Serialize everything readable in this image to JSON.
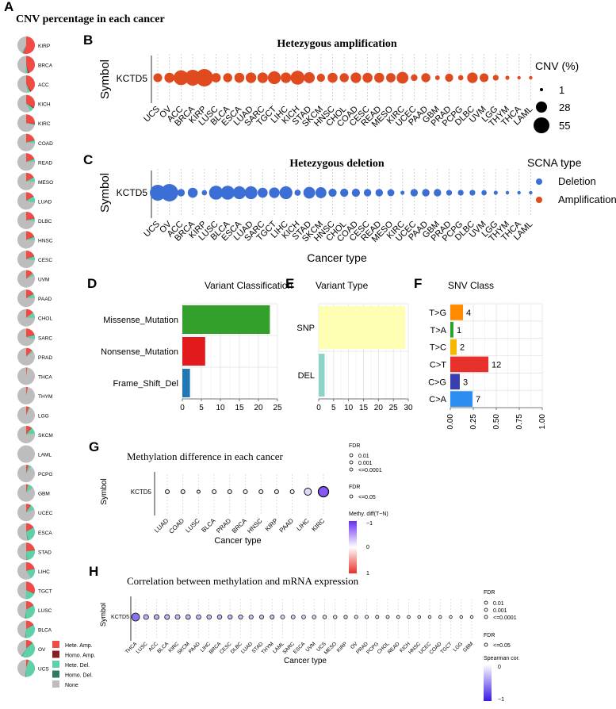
{
  "panels": {
    "A": {
      "letter": "A",
      "title": "CNV percentage in each cancer"
    },
    "B": {
      "letter": "B",
      "title": "Hetezygous amplification"
    },
    "C": {
      "letter": "C",
      "title": "Hetezygous deletion",
      "xlabel": "Cancer type"
    },
    "D": {
      "letter": "D",
      "title": "Variant Classification"
    },
    "E": {
      "letter": "E",
      "title": "Variant Type"
    },
    "F": {
      "letter": "F",
      "title": "SNV Class"
    },
    "G": {
      "letter": "G",
      "title": "Methylation difference in each cancer",
      "xlabel": "Cancer type"
    },
    "H": {
      "letter": "H",
      "title": "Correlation between methylation and mRNA expression",
      "xlabel": "Cancer type"
    }
  },
  "gene": "KCTD5",
  "symbol_label": "Symbol",
  "legends": {
    "cnv_title": "CNV (%)",
    "cnv_sizes": [
      "1",
      "28",
      "55"
    ],
    "scna_title": "SCNA type",
    "scna_items": [
      {
        "label": "Deletion",
        "color": "#3b6fd6"
      },
      {
        "label": "Amplification",
        "color": "#e04a1f"
      }
    ],
    "pie_items": [
      {
        "label": "Hete. Amp.",
        "color": "#f24a45"
      },
      {
        "label": "Homo. Amp.",
        "color": "#8b1f1f"
      },
      {
        "label": "Hete. Del.",
        "color": "#5fd1a8"
      },
      {
        "label": "Homo. Del.",
        "color": "#2f7a5d"
      },
      {
        "label": "None",
        "color": "#bdbdbd"
      }
    ],
    "fdr_title": "FDR",
    "fdr_items": [
      "0.01",
      "0.001",
      "<=0.0001"
    ],
    "fdr2_title": "FDR",
    "fdr2_items": [
      "<=0.05"
    ],
    "meth_title": "Methy. diff(T−N)",
    "meth_ticks": [
      "−1",
      "0",
      "1"
    ],
    "spear_title": "Spearman cor.",
    "spear_ticks": [
      "0",
      "−1"
    ]
  },
  "chart_data": [
    {
      "type": "pie",
      "panel": "A",
      "categories": [
        "KIRP",
        "BRCA",
        "ACC",
        "KICH",
        "KIRC",
        "COAD",
        "READ",
        "MESO",
        "LUAD",
        "DLBC",
        "HNSC",
        "CESC",
        "UVM",
        "PAAD",
        "CHOL",
        "SARC",
        "PRAD",
        "THCA",
        "THYM",
        "LGG",
        "SKCM",
        "LAML",
        "PCPG",
        "GBM",
        "UCEC",
        "ESCA",
        "STAD",
        "LIHC",
        "TGCT",
        "LUSC",
        "BLCA",
        "OV",
        "UCS"
      ],
      "series": [
        {
          "name": "Hete. Amp.",
          "values": [
            0.55,
            0.45,
            0.4,
            0.32,
            0.26,
            0.2,
            0.18,
            0.16,
            0.15,
            0.2,
            0.18,
            0.18,
            0.14,
            0.15,
            0.15,
            0.2,
            0.12,
            0.02,
            0.03,
            0.06,
            0.1,
            0.0,
            0.05,
            0.04,
            0.08,
            0.15,
            0.22,
            0.2,
            0.3,
            0.15,
            0.15,
            0.12,
            0.05
          ]
        },
        {
          "name": "Homo. Amp.",
          "values": [
            0.01,
            0.02,
            0.02,
            0.02,
            0.01,
            0.01,
            0.01,
            0.01,
            0.01,
            0.01,
            0.01,
            0.01,
            0.0,
            0.01,
            0.0,
            0.01,
            0.0,
            0.0,
            0.0,
            0.0,
            0.01,
            0.0,
            0.0,
            0.0,
            0.01,
            0.01,
            0.01,
            0.01,
            0.01,
            0.01,
            0.01,
            0.01,
            0.0
          ]
        },
        {
          "name": "Hete. Del.",
          "values": [
            0.03,
            0.05,
            0.05,
            0.08,
            0.02,
            0.05,
            0.05,
            0.08,
            0.12,
            0.05,
            0.06,
            0.08,
            0.05,
            0.08,
            0.1,
            0.08,
            0.03,
            0.0,
            0.0,
            0.02,
            0.12,
            0.0,
            0.05,
            0.1,
            0.1,
            0.3,
            0.25,
            0.2,
            0.2,
            0.35,
            0.35,
            0.45,
            0.45
          ]
        },
        {
          "name": "Homo. Del.",
          "values": [
            0,
            0,
            0,
            0,
            0,
            0,
            0,
            0,
            0,
            0,
            0,
            0,
            0,
            0,
            0,
            0,
            0,
            0,
            0,
            0,
            0,
            0,
            0,
            0,
            0,
            0.01,
            0.01,
            0,
            0,
            0.01,
            0.01,
            0.01,
            0.01
          ]
        }
      ]
    },
    {
      "type": "scatter",
      "panel": "B",
      "title": "Hetezygous amplification",
      "ylabel": "Symbol",
      "categories": [
        "UCS",
        "OV",
        "ACC",
        "BRCA",
        "KIRP",
        "LUSC",
        "BLCA",
        "ESCA",
        "LUAD",
        "SARC",
        "TGCT",
        "LIHC",
        "KICH",
        "STAD",
        "SKCM",
        "HNSC",
        "CHOL",
        "COAD",
        "CESC",
        "READ",
        "MESO",
        "KIRC",
        "UCEC",
        "PAAD",
        "GBM",
        "PRAD",
        "PCPG",
        "DLBC",
        "UVM",
        "LGG",
        "THYM",
        "THCA",
        "LAML"
      ],
      "values": [
        14,
        18,
        40,
        45,
        55,
        16,
        15,
        18,
        20,
        20,
        30,
        20,
        35,
        22,
        12,
        18,
        15,
        20,
        18,
        18,
        16,
        25,
        8,
        15,
        4,
        12,
        5,
        20,
        14,
        6,
        3,
        2,
        0.5
      ],
      "size_legend": [
        1,
        28,
        55
      ]
    },
    {
      "type": "scatter",
      "panel": "C",
      "title": "Hetezygous deletion",
      "xlabel": "Cancer type",
      "ylabel": "Symbol",
      "categories": [
        "UCS",
        "OV",
        "ACC",
        "BRCA",
        "KIRP",
        "LUSC",
        "BLCA",
        "ESCA",
        "LUAD",
        "SARC",
        "TGCT",
        "LIHC",
        "KICH",
        "STAD",
        "SKCM",
        "HNSC",
        "CHOL",
        "COAD",
        "CESC",
        "READ",
        "MESO",
        "KIRC",
        "UCEC",
        "PAAD",
        "GBM",
        "PRAD",
        "PCPG",
        "DLBC",
        "UVM",
        "LGG",
        "THYM",
        "THCA",
        "LAML"
      ],
      "values": [
        45,
        55,
        10,
        18,
        5,
        35,
        35,
        30,
        30,
        18,
        20,
        30,
        7,
        25,
        22,
        12,
        12,
        12,
        10,
        10,
        9,
        3,
        10,
        10,
        10,
        6,
        6,
        6,
        5,
        3,
        2,
        1,
        0.5
      ]
    },
    {
      "type": "bar",
      "panel": "D",
      "title": "Variant Classification",
      "categories": [
        "Missense_Mutation",
        "Nonsense_Mutation",
        "Frame_Shift_Del"
      ],
      "values": [
        23,
        6,
        2
      ],
      "colors": [
        "#33a02c",
        "#e31a1c",
        "#1f78b4"
      ],
      "xticks": [
        "0",
        "5",
        "10",
        "15",
        "20",
        "25"
      ],
      "xlim": [
        0,
        25
      ]
    },
    {
      "type": "bar",
      "panel": "E",
      "title": "Variant Type",
      "categories": [
        "SNP",
        "DEL"
      ],
      "values": [
        29,
        2
      ],
      "colors": [
        "#ffffb3",
        "#8dd3c7"
      ],
      "xticks": [
        "0",
        "5",
        "10",
        "15",
        "20",
        "25",
        "30"
      ],
      "xlim": [
        0,
        30
      ]
    },
    {
      "type": "bar",
      "panel": "F",
      "title": "SNV Class",
      "categories": [
        "T>G",
        "T>A",
        "T>C",
        "C>T",
        "C>G",
        "C>A"
      ],
      "values": [
        0.138,
        0.034,
        0.069,
        0.414,
        0.103,
        0.241
      ],
      "labels": [
        "4",
        "1",
        "2",
        "12",
        "3",
        "7"
      ],
      "colors": [
        "#ff8c00",
        "#2ca02c",
        "#f5b800",
        "#e8302c",
        "#3a3fb0",
        "#2b8ef0"
      ],
      "xticks": [
        "0.00",
        "0.25",
        "0.50",
        "0.75",
        "1.00"
      ],
      "xlim": [
        0,
        1
      ]
    },
    {
      "type": "scatter",
      "panel": "G",
      "title": "Methylation difference in each cancer",
      "xlabel": "Cancer type",
      "ylabel": "Symbol",
      "categories": [
        "LUAD",
        "COAD",
        "LUSC",
        "BLCA",
        "PRAD",
        "BRCA",
        "HNSC",
        "KIRP",
        "PAAD",
        "LIHC",
        "KIRC"
      ],
      "values": [
        -0.05,
        -0.06,
        -0.02,
        -0.03,
        -0.05,
        -0.03,
        -0.04,
        -0.05,
        -0.03,
        -0.1,
        -0.4
      ]
    },
    {
      "type": "scatter",
      "panel": "H",
      "title": "Correlation between methylation and mRNA expression",
      "xlabel": "Cancer type",
      "ylabel": "Symbol",
      "categories": [
        "THCA",
        "LUSC",
        "ACC",
        "BLCA",
        "KIRC",
        "SKCM",
        "PAAD",
        "LIHC",
        "BRCA",
        "CESC",
        "DLBC",
        "LUAD",
        "STAD",
        "THYM",
        "LAML",
        "SARC",
        "ESCA",
        "UVM",
        "UCS",
        "MESO",
        "KIRP",
        "OV",
        "PRAD",
        "PCPG",
        "CHOL",
        "READ",
        "KICH",
        "HNSC",
        "UCEC",
        "COAD",
        "TGCT",
        "LGG",
        "GBM"
      ],
      "values": [
        -0.6,
        -0.35,
        -0.35,
        -0.3,
        -0.3,
        -0.3,
        -0.3,
        -0.3,
        -0.3,
        -0.3,
        -0.25,
        -0.25,
        -0.25,
        -0.25,
        -0.2,
        -0.2,
        -0.2,
        -0.2,
        -0.15,
        -0.15,
        -0.15,
        -0.15,
        -0.1,
        -0.1,
        -0.1,
        -0.1,
        -0.1,
        -0.1,
        -0.05,
        -0.05,
        -0.05,
        -0.05,
        -0.02
      ]
    }
  ]
}
